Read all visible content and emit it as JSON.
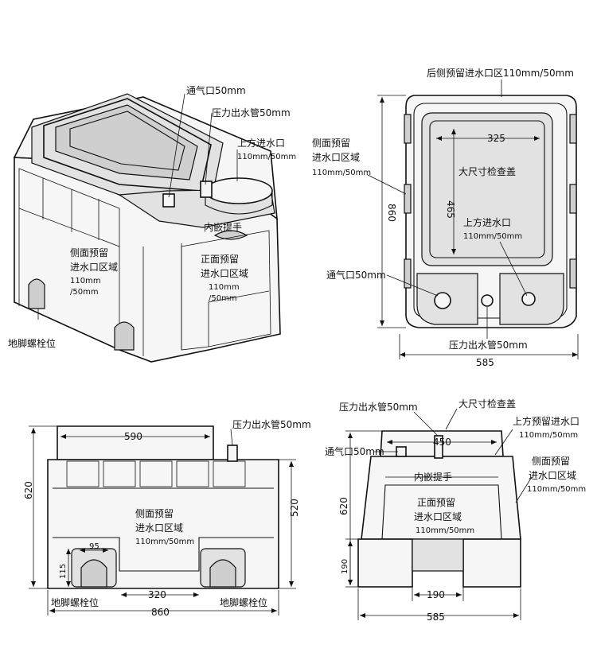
{
  "iso": {
    "vent": "通气口50mm",
    "pressure_outlet": "压力出水管50mm",
    "top_inlet": "上方进水口",
    "top_inlet_size": "110mm/50mm",
    "handle": "内嵌提手",
    "side_line1": "侧面预留",
    "side_line2": "进水口区域",
    "side_size1": "110mm",
    "side_size2": "/50mm",
    "front_line1": "正面预留",
    "front_line2": "进水口区域",
    "front_size1": "110mm",
    "front_size2": "/50mm",
    "anchor": "地脚螺栓位"
  },
  "top_view": {
    "rear_inlet": "后侧预留进水口区110mm/50mm",
    "side_line1": "侧面预留",
    "side_line2": "进水口区域",
    "side_size": "110mm/50mm",
    "cover": "大尺寸检查盖",
    "top_inlet": "上方进水口",
    "top_inlet_size": "110mm/50mm",
    "vent": "通气口50mm",
    "pressure_outlet": "压力出水管50mm",
    "dim_325": "325",
    "dim_465": "465",
    "dim_860": "860",
    "dim_585": "585"
  },
  "front_view": {
    "pressure_outlet": "压力出水管50mm",
    "side_line1": "侧面预留",
    "side_line2": "进水口区域",
    "side_size": "110mm/50mm",
    "anchor_left": "地脚螺栓位",
    "anchor_right": "地脚螺栓位",
    "dim_590": "590",
    "dim_620": "620",
    "dim_520": "520",
    "dim_95": "95",
    "dim_115": "115",
    "dim_320": "320",
    "dim_860": "860"
  },
  "side_view": {
    "pressure_outlet": "压力出水管50mm",
    "cover": "大尺寸检查盖",
    "top_inlet_line1": "上方预留进水口",
    "top_inlet_size": "110mm/50mm",
    "vent": "通气口50mm",
    "handle": "内嵌提手",
    "side_line1": "侧面预留",
    "side_line2": "进水口区域",
    "side_size": "110mm/50mm",
    "front_line1": "正面预留",
    "front_line2": "进水口区域",
    "front_size": "110mm/50mm",
    "dim_450": "450",
    "dim_620": "620",
    "dim_190v": "190",
    "dim_190h": "190",
    "dim_585": "585"
  }
}
